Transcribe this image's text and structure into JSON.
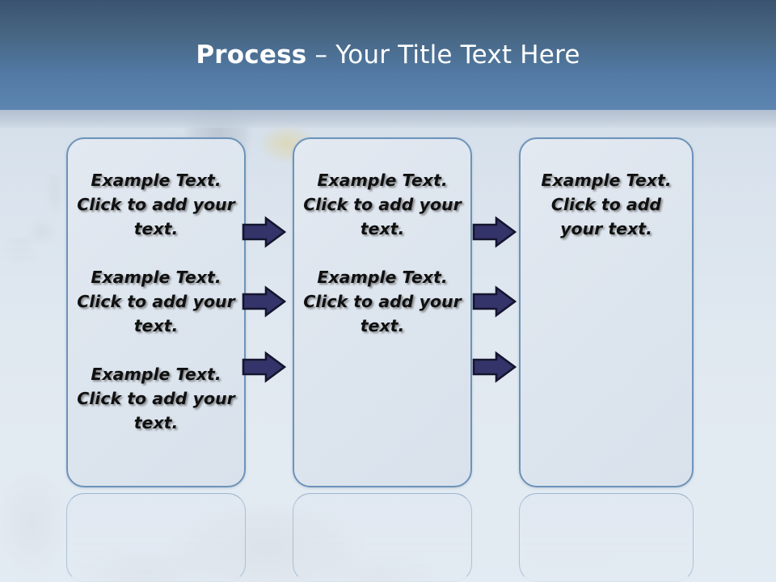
{
  "slide": {
    "title_bold": "Process",
    "title_rest": " – Your Title Text Here",
    "title_full": "Process – Your Title Text Here"
  },
  "theme": {
    "title_band_top": "#3a5370",
    "title_band_bottom": "#5c85b0",
    "title_text_color": "#ffffff",
    "box_fill": "#dde5ee",
    "box_border": "#6d93ba",
    "arrow_fill": "#34346a",
    "arrow_outline": "#1a1a3a",
    "body_text_color": "#101010",
    "background": "#dfe7ef"
  },
  "columns": [
    {
      "name": "column-1",
      "paragraphs": [
        "Example Text. Click  to add your text.",
        "Example Text. Click  to add your text.",
        "Example Text. Click  to add your text."
      ]
    },
    {
      "name": "column-2",
      "paragraphs": [
        "Example Text. Click  to add your text.",
        "Example Text. Click  to add your text."
      ]
    },
    {
      "name": "column-3",
      "paragraphs": [
        "Example Text. Click  to add your text."
      ]
    }
  ],
  "connectors": [
    {
      "name": "connector-group-1",
      "count": 3,
      "direction": "right"
    },
    {
      "name": "connector-group-2",
      "count": 3,
      "direction": "right"
    }
  ]
}
